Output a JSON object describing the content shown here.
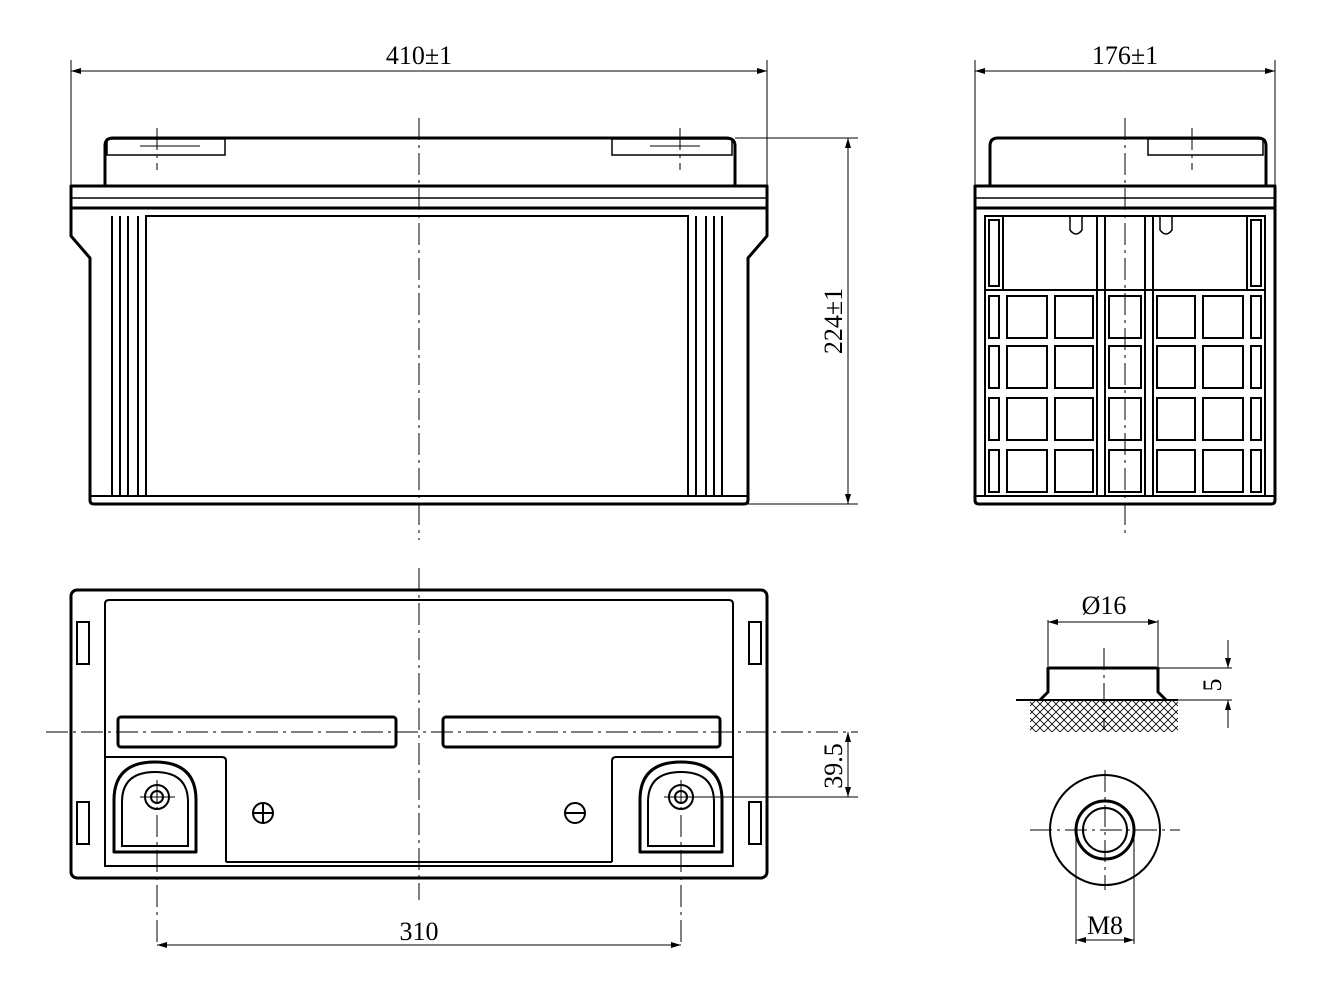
{
  "dimensions": {
    "front_length": "410±1",
    "side_width": "176±1",
    "height": "224±1",
    "terminal_spacing": "310",
    "terminal_offset": "39.5",
    "terminal_diameter": "Ø16",
    "terminal_height": "5",
    "thread": "M8"
  },
  "symbols": {
    "positive": "positive-terminal-mark",
    "negative": "negative-terminal-mark"
  },
  "colors": {
    "line": "#000000",
    "background": "#ffffff"
  }
}
